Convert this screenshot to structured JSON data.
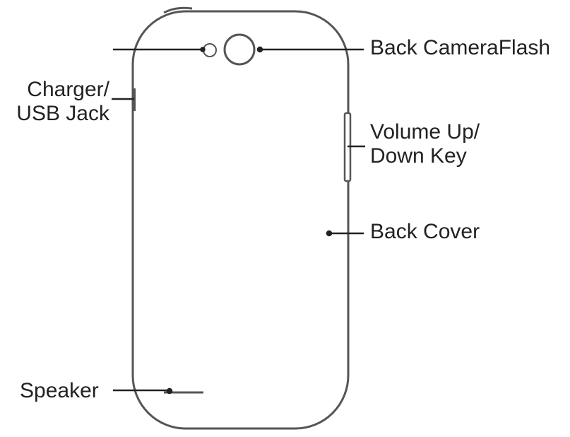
{
  "diagram": {
    "labels": {
      "camera_flash": "Back CameraFlash",
      "charger_line1": "Charger/",
      "charger_line2": "USB Jack",
      "volume_line1": "Volume Up/",
      "volume_line2": "Down Key",
      "back_cover": "Back Cover",
      "speaker": "Speaker"
    },
    "colors": {
      "outline": "#555555",
      "leader": "#222222",
      "text": "#222222"
    }
  }
}
